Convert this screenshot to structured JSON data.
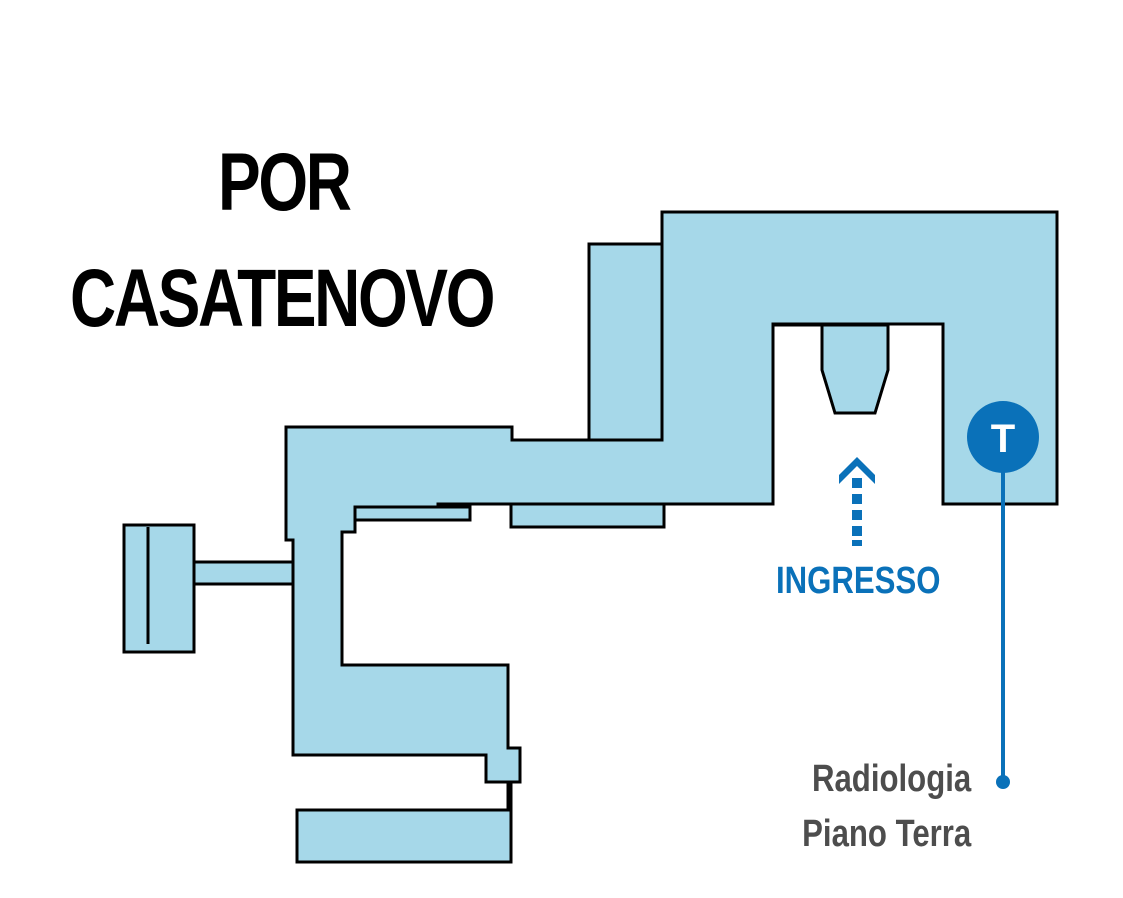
{
  "title": {
    "line1": "POR",
    "line2": "CASATENOVO"
  },
  "entrance": {
    "label": "INGRESSO"
  },
  "marker": {
    "letter": "T"
  },
  "destination": {
    "line1": "Radiologia",
    "line2": "Piano Terra"
  },
  "colors": {
    "building_fill": "#a6d8e9",
    "outline": "#000000",
    "accent_blue": "#0a71b9",
    "destination_text": "#4d4d4d",
    "title_text": "#000000"
  },
  "icons": {
    "entrance_arrow": "dashed-up-arrow-icon",
    "marker": "t-marker-icon"
  }
}
